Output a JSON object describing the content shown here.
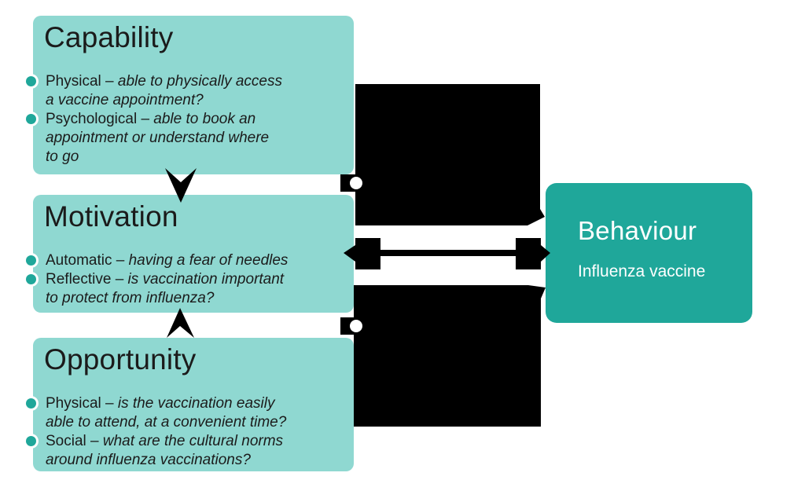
{
  "colors": {
    "background": "#FFFFFF",
    "box_light": "#8FD8D1",
    "box_dark": "#1FA79A",
    "bullet_dot": "#1FA79A",
    "arrow": "#000000",
    "text_dark": "#1B1B1B",
    "text_light": "#FFFFFF"
  },
  "boxes": {
    "capability": {
      "title": "Capability",
      "bullets": [
        {
          "lines": [
            [
              {
                "text": "Physical – ",
                "italic": false
              },
              {
                "text": "able to physically access",
                "italic": true
              }
            ],
            [
              {
                "text": "a vaccine appointment?",
                "italic": true
              }
            ]
          ]
        },
        {
          "lines": [
            [
              {
                "text": "Psychological – ",
                "italic": false
              },
              {
                "text": "able to book an",
                "italic": true
              }
            ],
            [
              {
                "text": "appointment or understand where",
                "italic": true
              }
            ],
            [
              {
                "text": "to go",
                "italic": true
              }
            ]
          ]
        }
      ]
    },
    "motivation": {
      "title": "Motivation",
      "bullets": [
        {
          "lines": [
            [
              {
                "text": "Automatic – ",
                "italic": false
              },
              {
                "text": "having a fear of needles",
                "italic": true
              }
            ]
          ]
        },
        {
          "lines": [
            [
              {
                "text": "Reflective – ",
                "italic": false
              },
              {
                "text": "is vaccination important",
                "italic": true
              }
            ],
            [
              {
                "text": "to protect from influenza?",
                "italic": true
              }
            ]
          ]
        }
      ]
    },
    "opportunity": {
      "title": "Opportunity",
      "bullets": [
        {
          "lines": [
            [
              {
                "text": "Physical – ",
                "italic": false
              },
              {
                "text": "is the vaccination easily",
                "italic": true
              }
            ],
            [
              {
                "text": "able to attend, at a convenient time?",
                "italic": true
              }
            ]
          ]
        },
        {
          "lines": [
            [
              {
                "text": "Social – ",
                "italic": false
              },
              {
                "text": "what are the cultural norms",
                "italic": true
              }
            ],
            [
              {
                "text": "around influenza vaccinations?",
                "italic": true
              }
            ]
          ]
        }
      ]
    },
    "behaviour": {
      "title": "Behaviour",
      "subtitle": "Influenza vaccine"
    }
  }
}
